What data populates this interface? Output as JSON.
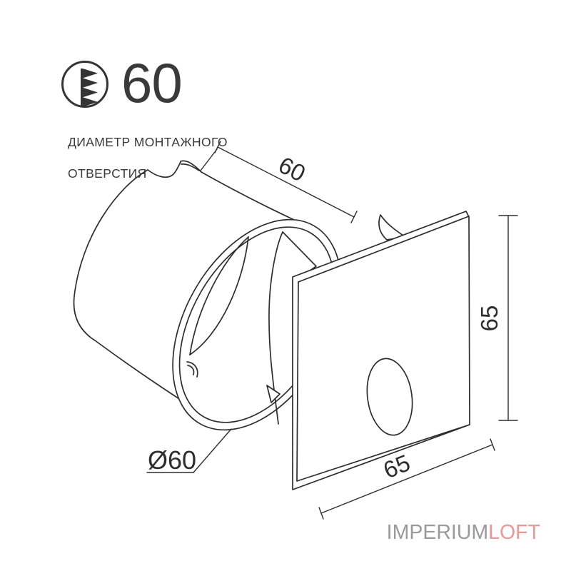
{
  "header": {
    "value": "60",
    "caption_line1": "ДИАМЕТР МОНТАЖНОГО",
    "caption_line2": "ОТВЕРСТИЯ"
  },
  "drawing": {
    "line_color": "#2d2d2d",
    "dimensions": {
      "depth": "60",
      "height": "65",
      "width": "65",
      "mount_diameter": "Ø60"
    }
  },
  "logo": {
    "part1": "IMPERIUM",
    "part2": "LOFT",
    "part1_color": "#9a999b",
    "part2_color": "#eb9794"
  }
}
